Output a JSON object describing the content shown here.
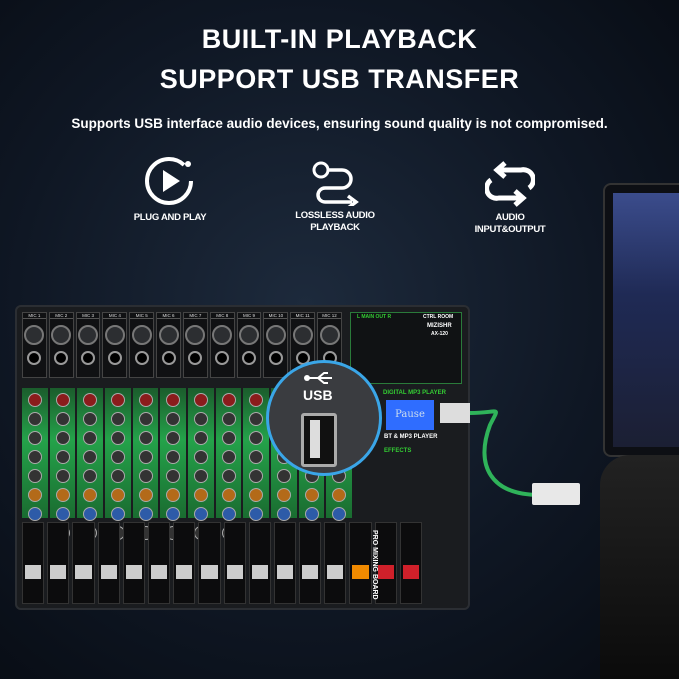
{
  "header": {
    "title_line1": "BUILT-IN PLAYBACK",
    "title_line2": "SUPPORT USB TRANSFER",
    "subtitle": "Supports USB interface audio devices, ensuring sound quality is not compromised."
  },
  "features": [
    {
      "icon": "play-circle-icon",
      "label": "PLUG AND PLAY"
    },
    {
      "icon": "route-path-icon",
      "label_line1": "LOSSLESS AUDIO",
      "label_line2": "PLAYBACK"
    },
    {
      "icon": "loop-arrows-icon",
      "label_line1": "AUDIO",
      "label_line2": "INPUT&OUTPUT"
    }
  ],
  "mixer": {
    "channels": [
      "MIC 1",
      "MIC 2",
      "MIC 3",
      "MIC 4",
      "MIC 5",
      "MIC 6",
      "MIC 7",
      "MIC 8",
      "MIC 9",
      "MIC 10",
      "MIC 11",
      "MIC 12"
    ],
    "main_out": "L  MAIN OUT R",
    "ctrl_room": "CTRL ROOM",
    "brand": "MIZISHR",
    "model": "AX-120",
    "usb_label": "USB",
    "player_title": "DIGITAL MP3 PLAYER",
    "lcd_text": "Pause",
    "player_label": "BT & MP3 PLAYER",
    "effects": "EFFECTS",
    "board_name": "PRO MIXING BOARD",
    "accent": "#24a24a",
    "usb_ring": "#3aa6e8",
    "cable": "#2fb35a"
  }
}
